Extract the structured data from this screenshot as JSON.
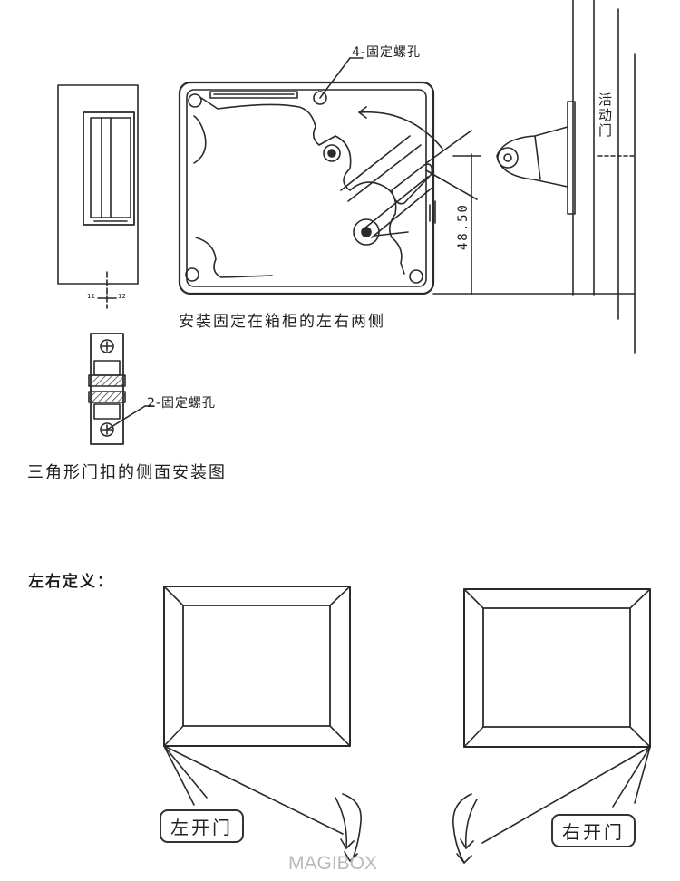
{
  "labels": {
    "four_holes": "4-固定螺孔",
    "movable_door": "活动门",
    "dimension": "48.50",
    "mount_caption": "安装固定在箱柜的左右两侧",
    "two_holes": "2-固定螺孔",
    "side_caption": "三角形门扣的侧面安装图",
    "lr_definition": "左右定义：",
    "left_door": "左开门",
    "right_door": "右开门",
    "tick_left": "11",
    "tick_right": "12"
  },
  "watermark": "MAGIBOX",
  "colors": {
    "line": "#2a2a2a",
    "hatch": "#555555",
    "paper": "#ffffff"
  }
}
